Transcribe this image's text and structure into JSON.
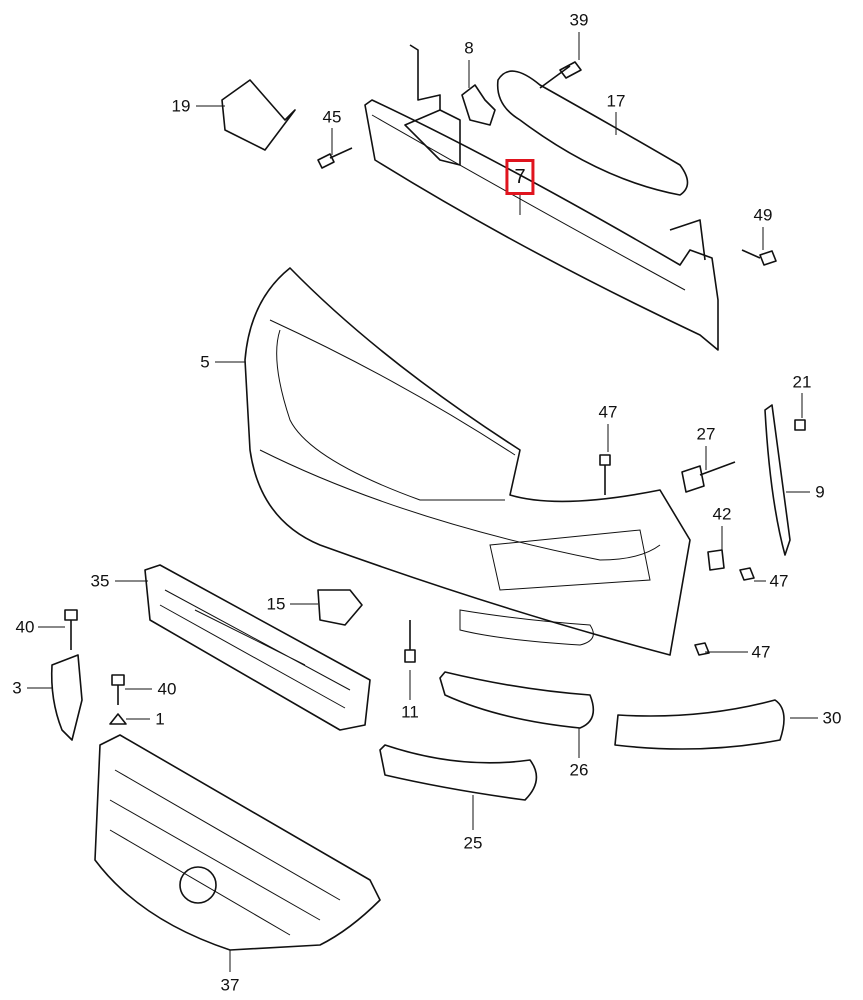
{
  "diagram": {
    "highlight_color": "#e0141e",
    "callouts": [
      {
        "id": "c39",
        "label": "39"
      },
      {
        "id": "c8",
        "label": "8"
      },
      {
        "id": "c17",
        "label": "17"
      },
      {
        "id": "c19",
        "label": "19"
      },
      {
        "id": "c45",
        "label": "45"
      },
      {
        "id": "c7",
        "label": "7",
        "highlighted": true
      },
      {
        "id": "c49",
        "label": "49"
      },
      {
        "id": "c5",
        "label": "5"
      },
      {
        "id": "c21",
        "label": "21"
      },
      {
        "id": "c47a",
        "label": "47"
      },
      {
        "id": "c27",
        "label": "27"
      },
      {
        "id": "c9",
        "label": "9"
      },
      {
        "id": "c42",
        "label": "42"
      },
      {
        "id": "c47b",
        "label": "47"
      },
      {
        "id": "c35",
        "label": "35"
      },
      {
        "id": "c15",
        "label": "15"
      },
      {
        "id": "c47c",
        "label": "47"
      },
      {
        "id": "c40a",
        "label": "40"
      },
      {
        "id": "c3",
        "label": "3"
      },
      {
        "id": "c40b",
        "label": "40"
      },
      {
        "id": "c1",
        "label": "1"
      },
      {
        "id": "c11",
        "label": "11"
      },
      {
        "id": "c30",
        "label": "30"
      },
      {
        "id": "c26",
        "label": "26"
      },
      {
        "id": "c25",
        "label": "25"
      },
      {
        "id": "c37",
        "label": "37"
      }
    ]
  }
}
